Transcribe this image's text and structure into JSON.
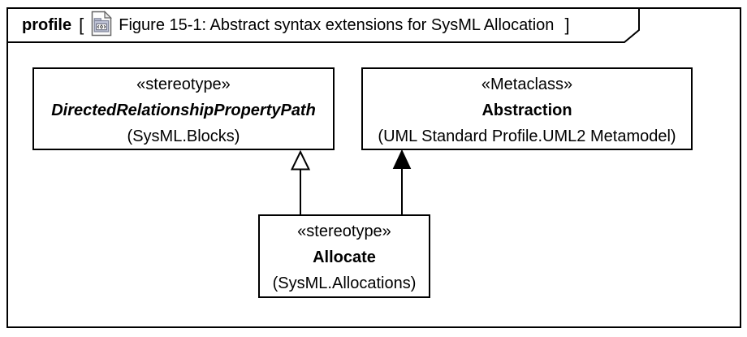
{
  "frame": {
    "kind_label": "profile",
    "bracket_open": "[",
    "bracket_close": "]",
    "title": "Figure 15-1: Abstract syntax extensions for SysML Allocation",
    "icon": "profile-diagram-icon"
  },
  "colors": {
    "line": "#000000",
    "background": "#ffffff",
    "icon_fill": "#bfc3d6",
    "icon_border": "#7f8498"
  },
  "nodes": [
    {
      "id": "directed-relationship-property-path",
      "stereotype": "«stereotype»",
      "name": "DirectedRelationshipPropertyPath",
      "package": "(SysML.Blocks)",
      "name_style": "bold-italic"
    },
    {
      "id": "abstraction",
      "stereotype": "«Metaclass»",
      "name": "Abstraction",
      "package": "(UML Standard Profile.UML2 Metamodel)",
      "name_style": "bold"
    },
    {
      "id": "allocate",
      "stereotype": "«stereotype»",
      "name": "Allocate",
      "package": "(SysML.Allocations)",
      "name_style": "bold"
    }
  ],
  "edges": [
    {
      "type": "generalization",
      "from": "allocate",
      "to": "directed-relationship-property-path",
      "arrowhead": "hollow-triangle"
    },
    {
      "type": "extension",
      "from": "allocate",
      "to": "abstraction",
      "arrowhead": "filled-triangle"
    }
  ]
}
